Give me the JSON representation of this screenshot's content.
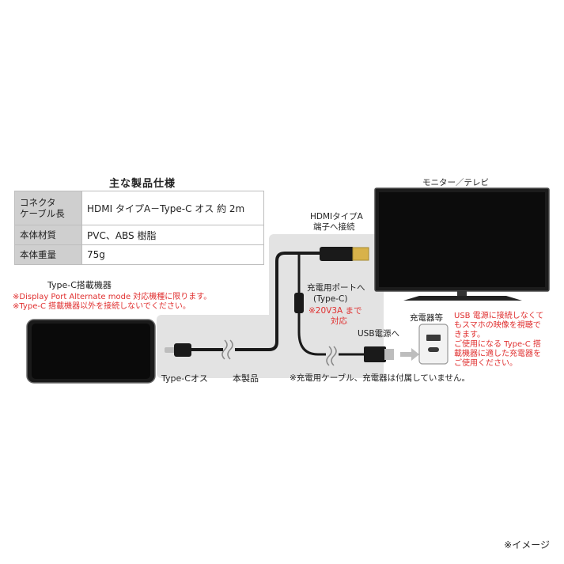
{
  "spec": {
    "title": "主な製品仕様",
    "rows": [
      {
        "key_line1": "コネクタ",
        "key_line2": "ケーブル長",
        "value": "HDMI タイプA－Type-C オス 約 2m"
      },
      {
        "key": "本体材質",
        "value": "PVC、ABS 樹脂"
      },
      {
        "key": "本体重量",
        "value": "75g"
      }
    ]
  },
  "device": {
    "label": "Type-C搭載機器",
    "note1": "※Display Port Alternate mode 対応機種に限ります。",
    "note2": "※Type-C 搭載機器以外を接続しないでください。"
  },
  "labels": {
    "typec_male": "Type-Cオス",
    "product": "本製品",
    "hdmi_line1": "HDMIタイプA",
    "hdmi_line2": "端子へ接続",
    "monitor": "モニター／テレビ",
    "charge_port_line1": "充電用ポートへ",
    "charge_port_line2": "(Type-C)",
    "charge_spec_line1": "※20V3A まで",
    "charge_spec_line2": "対応",
    "usb_power": "USB電源へ",
    "charger": "充電器等",
    "not_included": "※充電用ケーブル、充電器は付属していません。"
  },
  "usb_note": [
    "USB 電源に接続しなくて",
    "もスマホの映像を視聴で",
    "きます。",
    "ご使用になる Type-C 搭",
    "載機器に適した充電器を",
    "ご使用ください。"
  ],
  "footer": "※イメージ",
  "colors": {
    "warning": "#e03030",
    "panel": "#e3e3e3",
    "table_header": "#cfcfcf"
  }
}
